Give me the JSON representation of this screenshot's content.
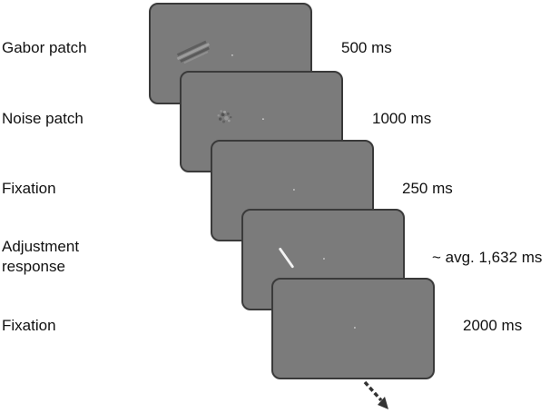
{
  "trial_sequence": [
    {
      "label": "Gabor patch",
      "duration": "500 ms",
      "stimulus": "gabor"
    },
    {
      "label": "Noise patch",
      "duration": "1000 ms",
      "stimulus": "noise"
    },
    {
      "label": "Fixation",
      "duration": "250 ms",
      "stimulus": "fixation"
    },
    {
      "label": "Adjustment\nresponse",
      "duration": "~ avg. 1,632 ms",
      "stimulus": "line"
    },
    {
      "label": "Fixation",
      "duration": "2000 ms",
      "stimulus": "fixation"
    }
  ],
  "colors": {
    "screen_fill": "#7b7b7b",
    "screen_border": "#3a3a3a",
    "arrow": "#333333"
  },
  "icons": {
    "continuation": "dashed-arrow-down-right-icon"
  }
}
